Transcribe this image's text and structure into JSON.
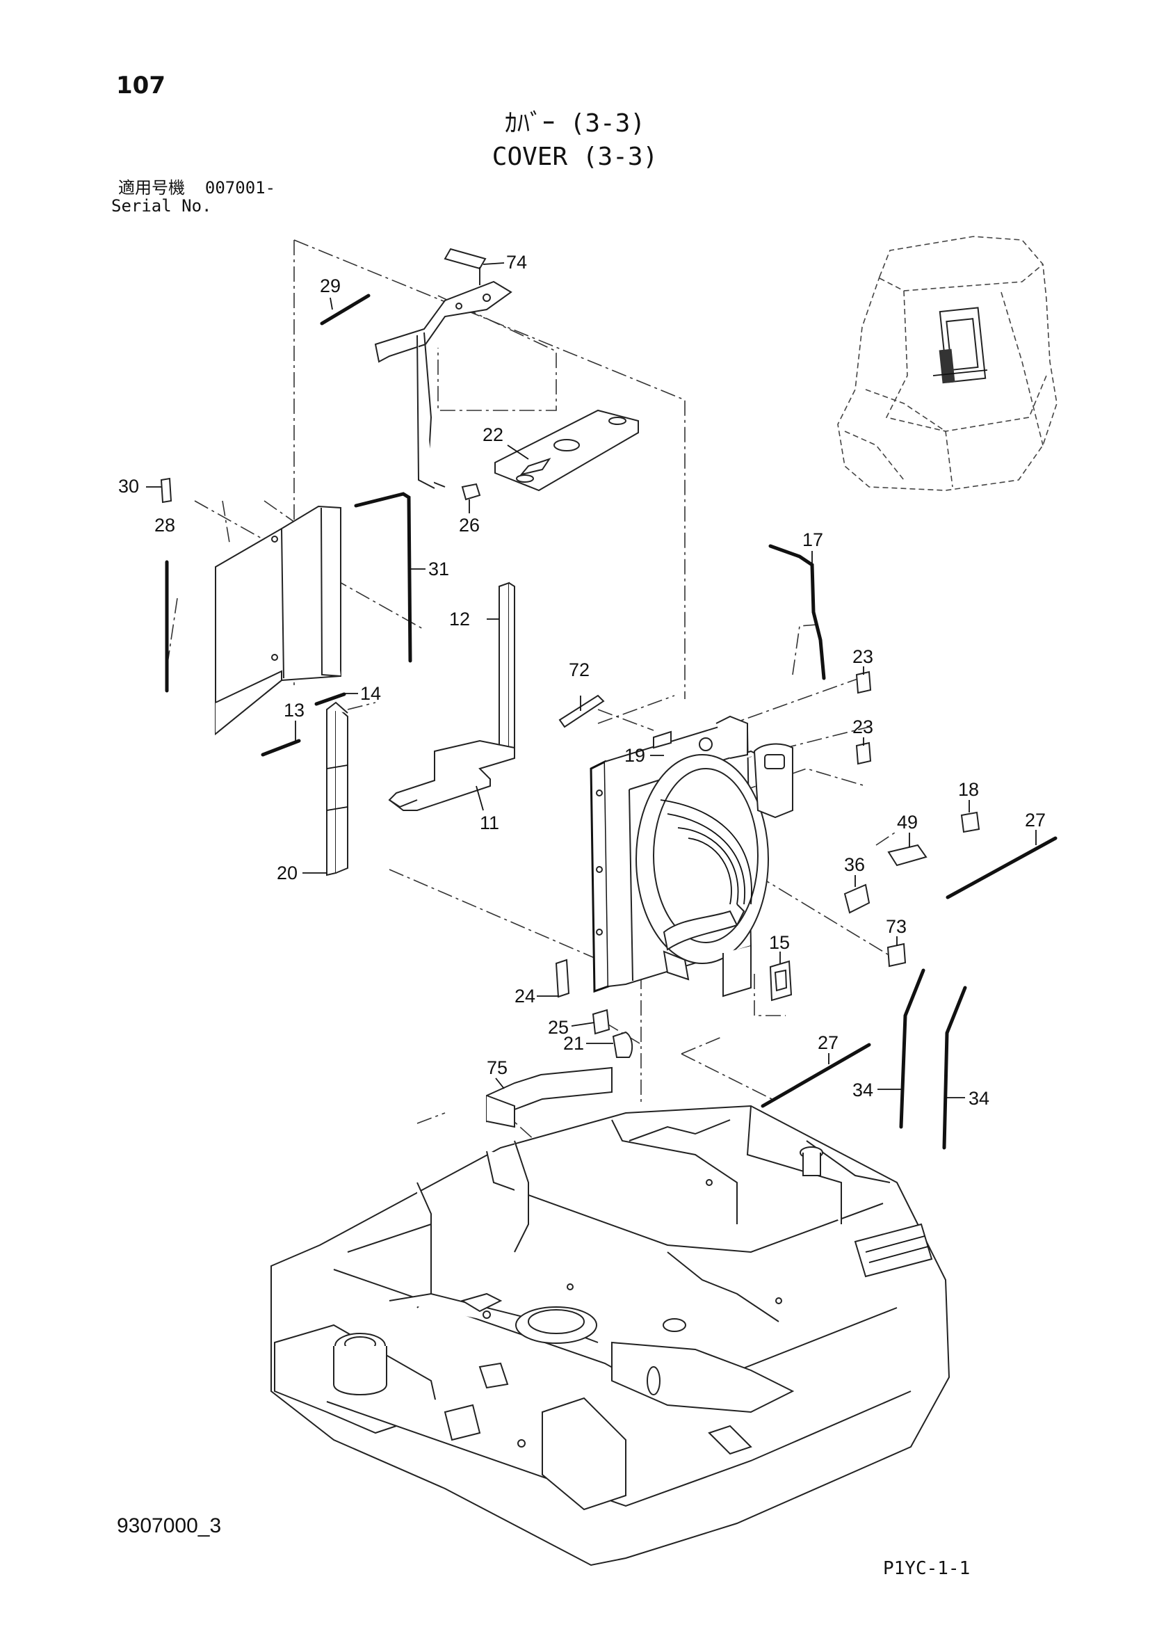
{
  "header": {
    "page_number": "107",
    "title_jp": "ｶﾊﾞｰ (3-3)",
    "title_en": "COVER (3-3)",
    "serial_label_jp": "適用号機",
    "serial_range": "007001-",
    "serial_label_en": "Serial No."
  },
  "footer": {
    "doc_code": "9307000_3",
    "page_code": "P1YC-1-1"
  },
  "callouts": {
    "c74": "74",
    "c29": "29",
    "c22": "22",
    "c26": "26",
    "c30": "30",
    "c28": "28",
    "c31": "31",
    "c17": "17",
    "c12": "12",
    "c72": "72",
    "c23a": "23",
    "c23b": "23",
    "c14": "14",
    "c13": "13",
    "c19": "19",
    "c18": "18",
    "c11": "11",
    "c49": "49",
    "c27a": "27",
    "c20": "20",
    "c36": "36",
    "c73": "73",
    "c15": "15",
    "c24": "24",
    "c25": "25",
    "c21": "21",
    "c27b": "27",
    "c75": "75",
    "c34a": "34",
    "c34b": "34"
  },
  "colors": {
    "line": "#222222",
    "paper": "#ffffff"
  }
}
